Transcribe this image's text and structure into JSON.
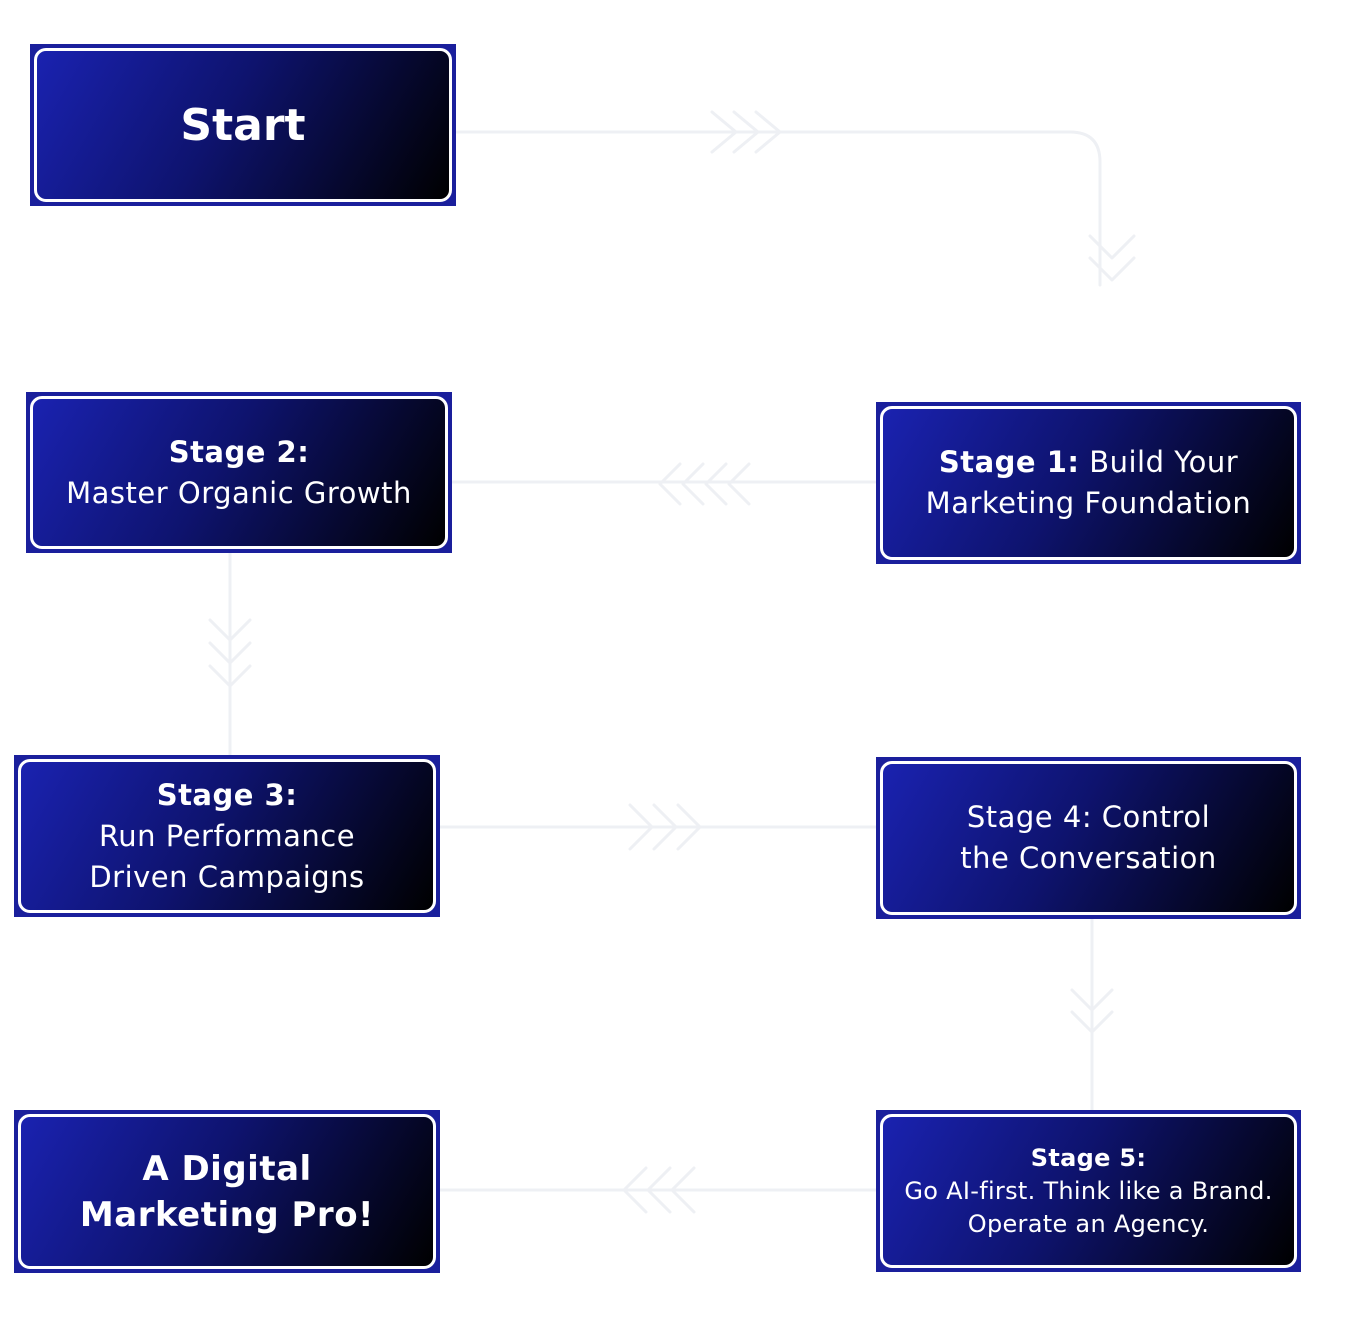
{
  "colors": {
    "frame": "#1a1f9c",
    "gradient_start": "#1a22b0",
    "gradient_mid": "#0e136e",
    "gradient_end": "#000000",
    "text": "#ffffff",
    "connector": "#eef0f4"
  },
  "nodes": {
    "start": {
      "label": "Start"
    },
    "stage1": {
      "title": "Stage 1:",
      "text": "Build Your",
      "line2": "Marketing Foundation"
    },
    "stage2": {
      "title": "Stage 2:",
      "line2": "Master Organic Growth"
    },
    "stage3": {
      "title": "Stage 3:",
      "line2": "Run Performance",
      "line3": "Driven Campaigns"
    },
    "stage4": {
      "line1": "Stage 4: Control",
      "line2": "the Conversation"
    },
    "stage5": {
      "title": "Stage 5:",
      "line2": "Go AI-first. Think like a Brand.",
      "line3": "Operate an Agency."
    },
    "pro": {
      "line1": "A Digital",
      "line2": "Marketing Pro!"
    }
  },
  "connectors": [
    {
      "from": "start",
      "to": "stage1",
      "icon": "chevron-right-icon"
    },
    {
      "from": "stage1",
      "to": "stage2",
      "icon": "chevron-left-icon"
    },
    {
      "from": "stage2",
      "to": "stage3",
      "icon": "chevron-down-icon"
    },
    {
      "from": "stage3",
      "to": "stage4",
      "icon": "chevron-right-icon"
    },
    {
      "from": "stage4",
      "to": "stage5",
      "icon": "chevron-down-icon"
    },
    {
      "from": "stage5",
      "to": "pro",
      "icon": "chevron-left-icon"
    }
  ]
}
